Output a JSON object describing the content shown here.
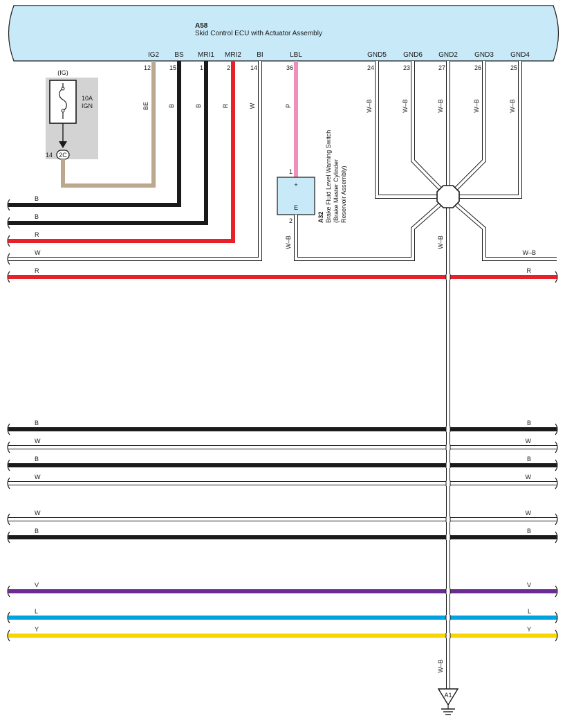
{
  "ecu": {
    "code": "A58",
    "name": "Skid Control ECU with Actuator Assembly",
    "pins": [
      {
        "name": "IG2",
        "num": "12",
        "wire": "BE"
      },
      {
        "name": "BS",
        "num": "15",
        "wire": "B"
      },
      {
        "name": "MRI1",
        "num": "1",
        "wire": "B"
      },
      {
        "name": "MRI2",
        "num": "2",
        "wire": "R"
      },
      {
        "name": "BI",
        "num": "14",
        "wire": "W"
      },
      {
        "name": "LBL",
        "num": "36",
        "wire": "P"
      },
      {
        "name": "GND5",
        "num": "24",
        "wire": "W–B"
      },
      {
        "name": "GND6",
        "num": "23",
        "wire": "W–B"
      },
      {
        "name": "GND2",
        "num": "27",
        "wire": "W–B"
      },
      {
        "name": "GND3",
        "num": "26",
        "wire": "W–B"
      },
      {
        "name": "GND4",
        "num": "25",
        "wire": "W–B"
      }
    ]
  },
  "fuse": {
    "circuit": "(IG)",
    "rating": "10A",
    "name": "IGN",
    "connector_pin": "14",
    "connector": "2C"
  },
  "switch": {
    "code": "A32",
    "name_line1": "Brake Fluid Level Warning Switch",
    "name_line2": "(Brake Master Cylinder",
    "name_line3": "Reservoir Assembly)",
    "pin_top": "1",
    "pin_bottom": "2",
    "terminal_top": "+",
    "terminal_bottom": "E",
    "out_wire": "W–B"
  },
  "left_wires": [
    {
      "label": "B",
      "color": "#1a1a1a"
    },
    {
      "label": "B",
      "color": "#1a1a1a"
    },
    {
      "label": "R",
      "color": "#e8202a"
    },
    {
      "label": "W",
      "color": "#ffffff"
    }
  ],
  "through_wires": [
    {
      "left": "R",
      "right": "R",
      "color": "#e8202a"
    },
    {
      "left": "B",
      "right": "B",
      "color": "#1a1a1a"
    },
    {
      "left": "W",
      "right": "W",
      "color": "#ffffff"
    },
    {
      "left": "B",
      "right": "B",
      "color": "#1a1a1a"
    },
    {
      "left": "W",
      "right": "W",
      "color": "#ffffff"
    },
    {
      "left": "W",
      "right": "W",
      "color": "#ffffff"
    },
    {
      "left": "B",
      "right": "B",
      "color": "#1a1a1a"
    },
    {
      "left": "V",
      "right": "V",
      "color": "#6a2c91"
    },
    {
      "left": "L",
      "right": "L",
      "color": "#00a3e0"
    },
    {
      "left": "Y",
      "right": "Y",
      "color": "#f7d600"
    }
  ],
  "ground_branch": {
    "label": "W–B"
  },
  "ground": {
    "wire": "W–B",
    "code": "A1"
  },
  "colors": {
    "ecu_fill": "#c8e9f8",
    "fuse_box": "#d3d3d3",
    "beige": "#bba98f",
    "pink": "#ef8fbd"
  }
}
